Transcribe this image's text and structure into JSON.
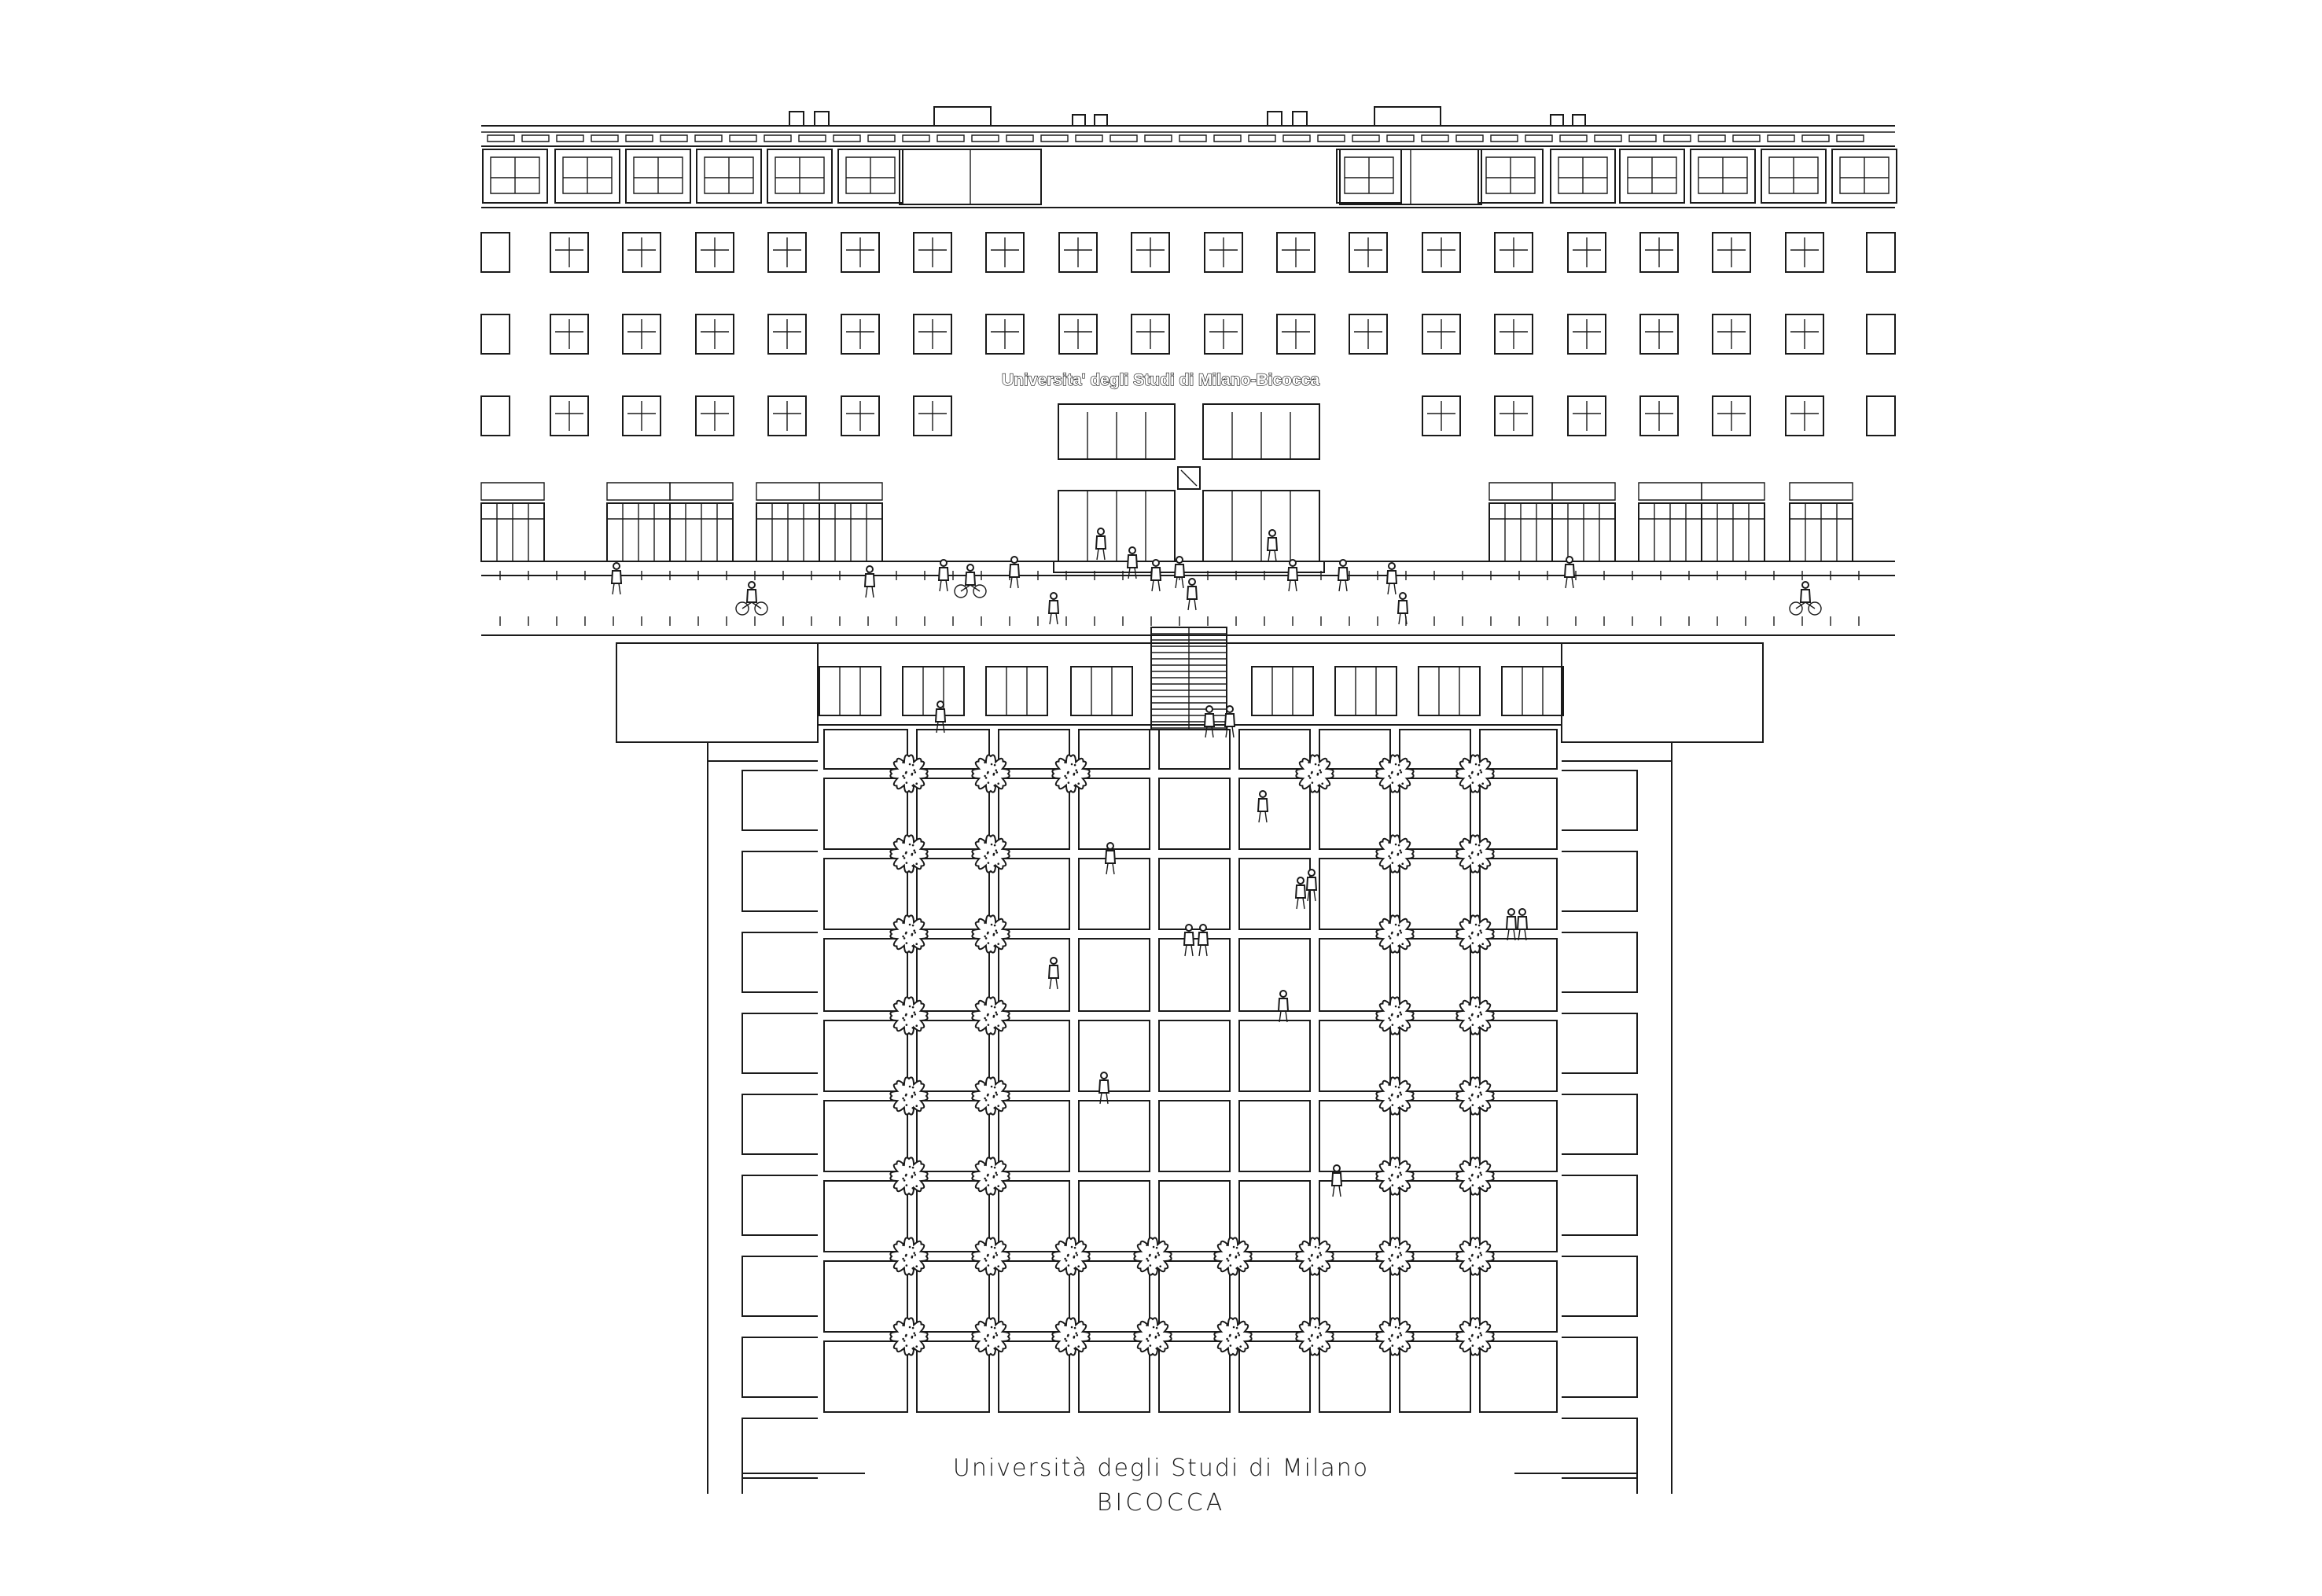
{
  "drawing": {
    "facade_sign": "Universita' degli Studi di Milano-Bicocca"
  },
  "caption": {
    "line1": "Università degli Studi di Milano",
    "line2": "BICOCCA"
  }
}
